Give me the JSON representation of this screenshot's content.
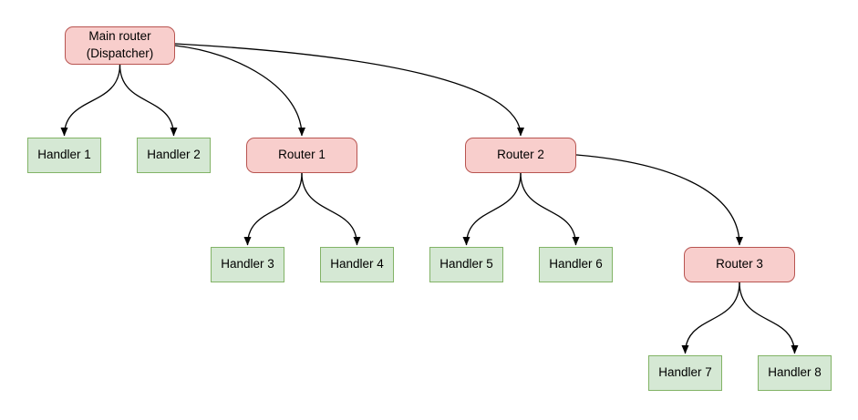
{
  "diagram": {
    "nodes": {
      "main_router": {
        "label": "Main router\n(Dispatcher)",
        "type": "router"
      },
      "handler1": {
        "label": "Handler 1",
        "type": "handler"
      },
      "handler2": {
        "label": "Handler 2",
        "type": "handler"
      },
      "router1": {
        "label": "Router 1",
        "type": "router"
      },
      "router2": {
        "label": "Router 2",
        "type": "router"
      },
      "handler3": {
        "label": "Handler 3",
        "type": "handler"
      },
      "handler4": {
        "label": "Handler 4",
        "type": "handler"
      },
      "handler5": {
        "label": "Handler 5",
        "type": "handler"
      },
      "handler6": {
        "label": "Handler 6",
        "type": "handler"
      },
      "router3": {
        "label": "Router 3",
        "type": "router"
      },
      "handler7": {
        "label": "Handler 7",
        "type": "handler"
      },
      "handler8": {
        "label": "Handler 8",
        "type": "handler"
      }
    },
    "edges": [
      {
        "from": "main_router",
        "to": "handler1"
      },
      {
        "from": "main_router",
        "to": "handler2"
      },
      {
        "from": "main_router",
        "to": "router1"
      },
      {
        "from": "main_router",
        "to": "router2"
      },
      {
        "from": "router1",
        "to": "handler3"
      },
      {
        "from": "router1",
        "to": "handler4"
      },
      {
        "from": "router2",
        "to": "handler5"
      },
      {
        "from": "router2",
        "to": "handler6"
      },
      {
        "from": "router2",
        "to": "router3"
      },
      {
        "from": "router3",
        "to": "handler7"
      },
      {
        "from": "router3",
        "to": "handler8"
      }
    ],
    "colors": {
      "router_fill": "#f8cecc",
      "router_border": "#b85450",
      "handler_fill": "#d5e8d4",
      "handler_border": "#82b366",
      "edge_stroke": "#000000",
      "background": "#ffffff"
    }
  }
}
